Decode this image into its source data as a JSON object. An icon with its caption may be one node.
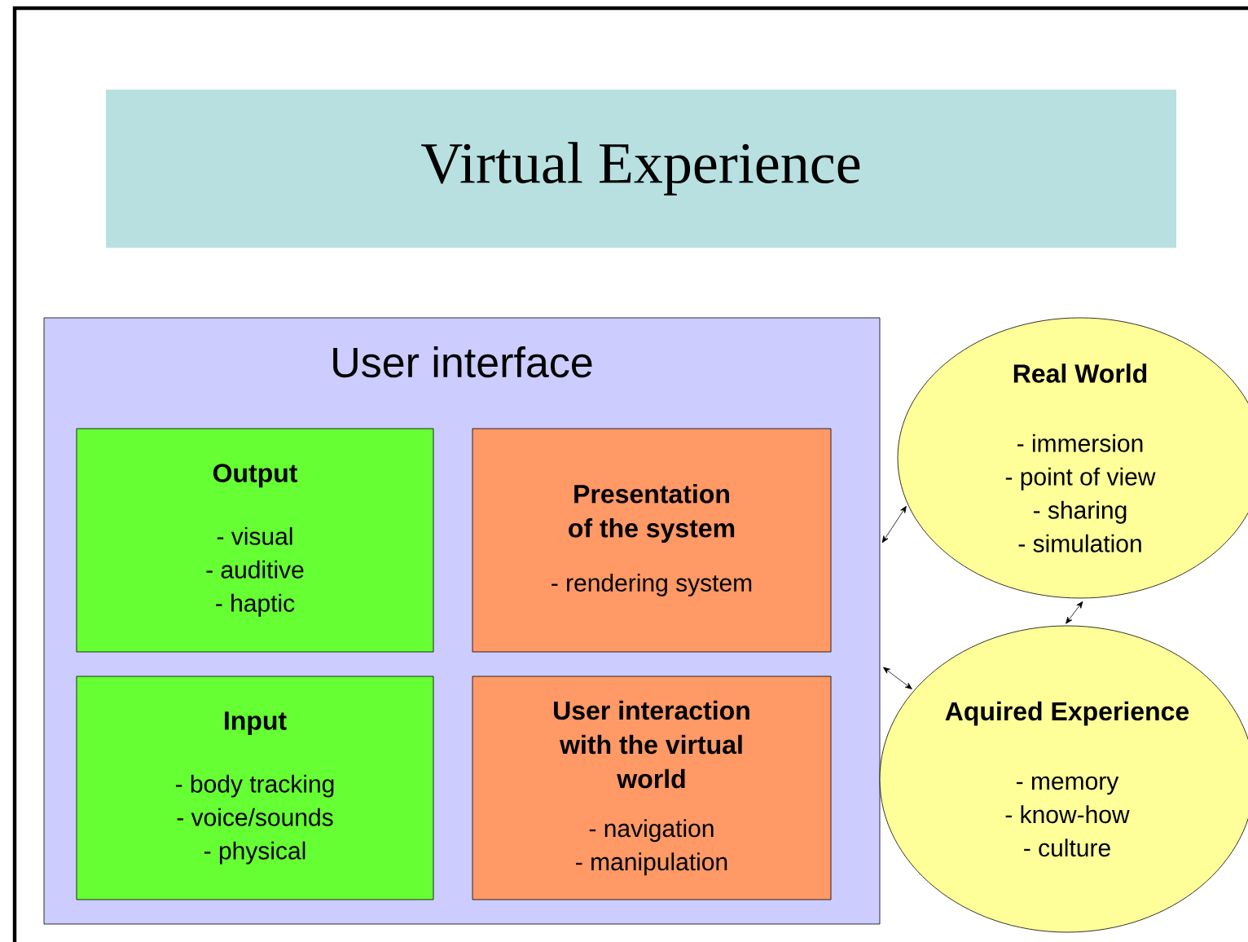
{
  "diagram": {
    "nodes": [
      {
        "text": [
          "Virtual Experience"
        ]
      },
      {
        "text": [
          "User interface"
        ]
      },
      {
        "text": [
          "Output",
          "- visual",
          "- auditive",
          "- haptic"
        ],
        "in": 1
      },
      {
        "text": [
          "Presentation of the system",
          "- rendering system"
        ],
        "in": 1
      },
      {
        "text": [
          "Input",
          "- body tracking",
          "- voice/sounds",
          "- physical"
        ],
        "in": 1
      },
      {
        "text": [
          "User interaction with the virtual world",
          "- navigation",
          "- manipulation"
        ],
        "in": 1
      },
      {
        "text": [
          "Real World",
          "- immersion",
          "- point of view",
          "- sharing",
          "- simulation"
        ]
      },
      {
        "text": [
          "Aquired Experience",
          "- memory",
          "- know-how",
          "- culture"
        ]
      }
    ],
    "edges": [
      {
        "from": 1,
        "to": 6,
        "arrow": "both"
      },
      {
        "from": 1,
        "to": 7,
        "arrow": "both"
      },
      {
        "from": 6,
        "to": 7,
        "arrow": "both"
      }
    ]
  }
}
